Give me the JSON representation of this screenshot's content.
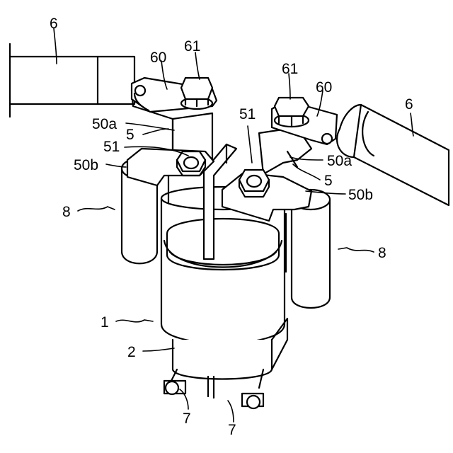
{
  "labels": {
    "cable_left": "6",
    "cable_right": "6",
    "bracket_left": "60",
    "bracket_right": "60",
    "bolt_left": "61",
    "bolt_right": "61",
    "terminal_upper_left": "50a",
    "terminal_upper_right": "50a",
    "terminal_ref_left": "5",
    "terminal_ref_right": "5",
    "nut_left": "51",
    "nut_right": "51",
    "terminal_lower_left": "50b",
    "terminal_lower_right": "50b",
    "capacitor_left": "8",
    "capacitor_right": "8",
    "body": "1",
    "base": "2",
    "leg_left": "7",
    "leg_right": "7"
  }
}
